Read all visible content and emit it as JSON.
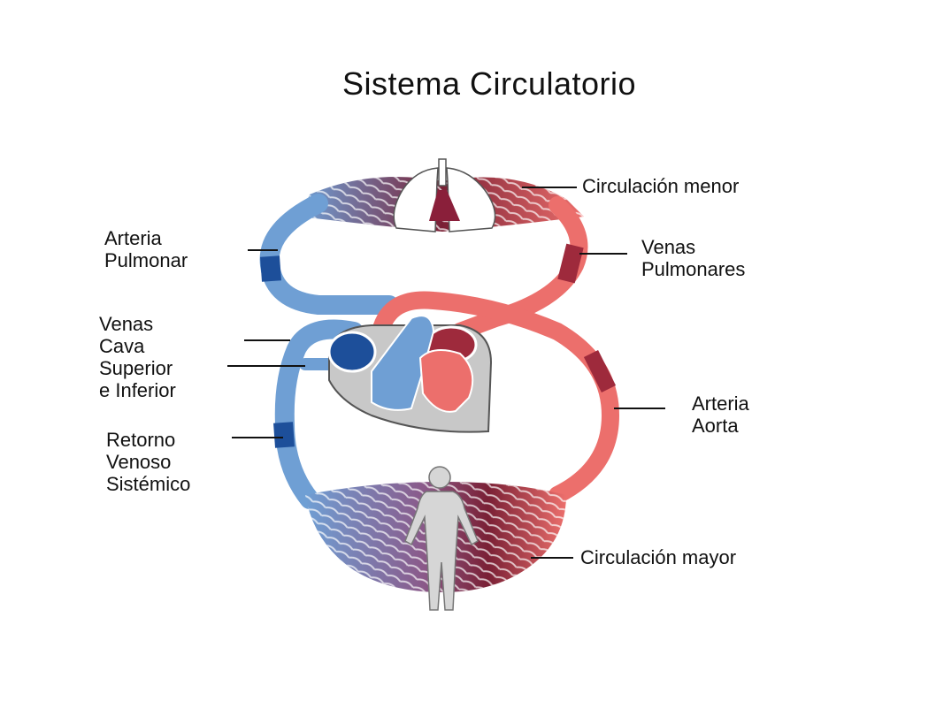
{
  "title": "Sistema Circulatorio",
  "labels": {
    "circulacion_menor": "Circulación menor",
    "arteria_pulmonar": "Arteria\nPulmonar",
    "venas_pulmonares": "Venas\nPulmonares",
    "venas_cava": "Venas\nCava\nSuperior\ne Inferior",
    "arteria_aorta": "Arteria\nAorta",
    "retorno_venoso": "Retorno\nVenoso\nSistémico",
    "circulacion_mayor": "Circulación mayor"
  },
  "colors": {
    "venous": "#6f9fd4",
    "venous_dark": "#1d4f9a",
    "arterial": "#ec6f6c",
    "arterial_dark": "#9e2a3c",
    "mesh_dark": "#7a2035",
    "organ_gray": "#c8c8c8"
  }
}
